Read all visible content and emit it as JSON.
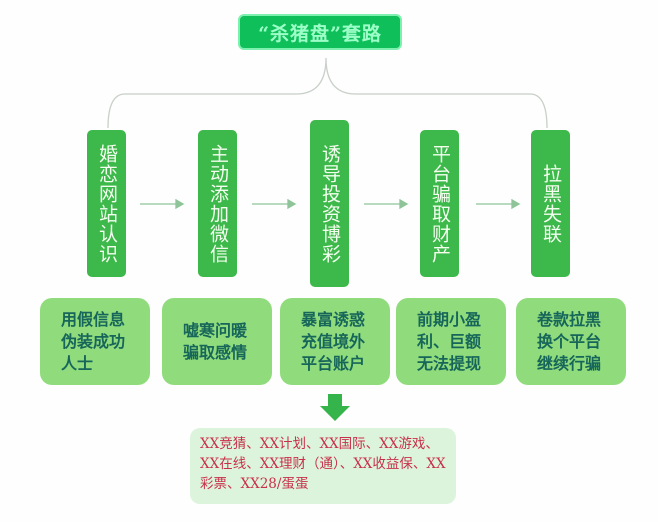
{
  "title": "“杀猪盘”套路",
  "steps": [
    {
      "label": "婚恋网站认识",
      "desc": "用假信息伪装成功人士"
    },
    {
      "label": "主动添加微信",
      "desc": "嘘寒问暖骗取感情"
    },
    {
      "label": "诱导投资博彩",
      "desc": "暴富诱惑充值境外平台账户"
    },
    {
      "label": "平台骗取财产",
      "desc": "前期小盈利、巨额无法提现"
    },
    {
      "label": "拉黑失联",
      "desc": "卷款拉黑换个平台继续行骗"
    }
  ],
  "platforms": "XX竞猜、XX计划、XX国际、XX游戏、XX在线、XX理财（通）、XX收益保、XX彩票、XX28/蛋蛋",
  "colors": {
    "step": "#3db84a",
    "desc": "#90dc7d",
    "platform_text": "#c8304a"
  }
}
